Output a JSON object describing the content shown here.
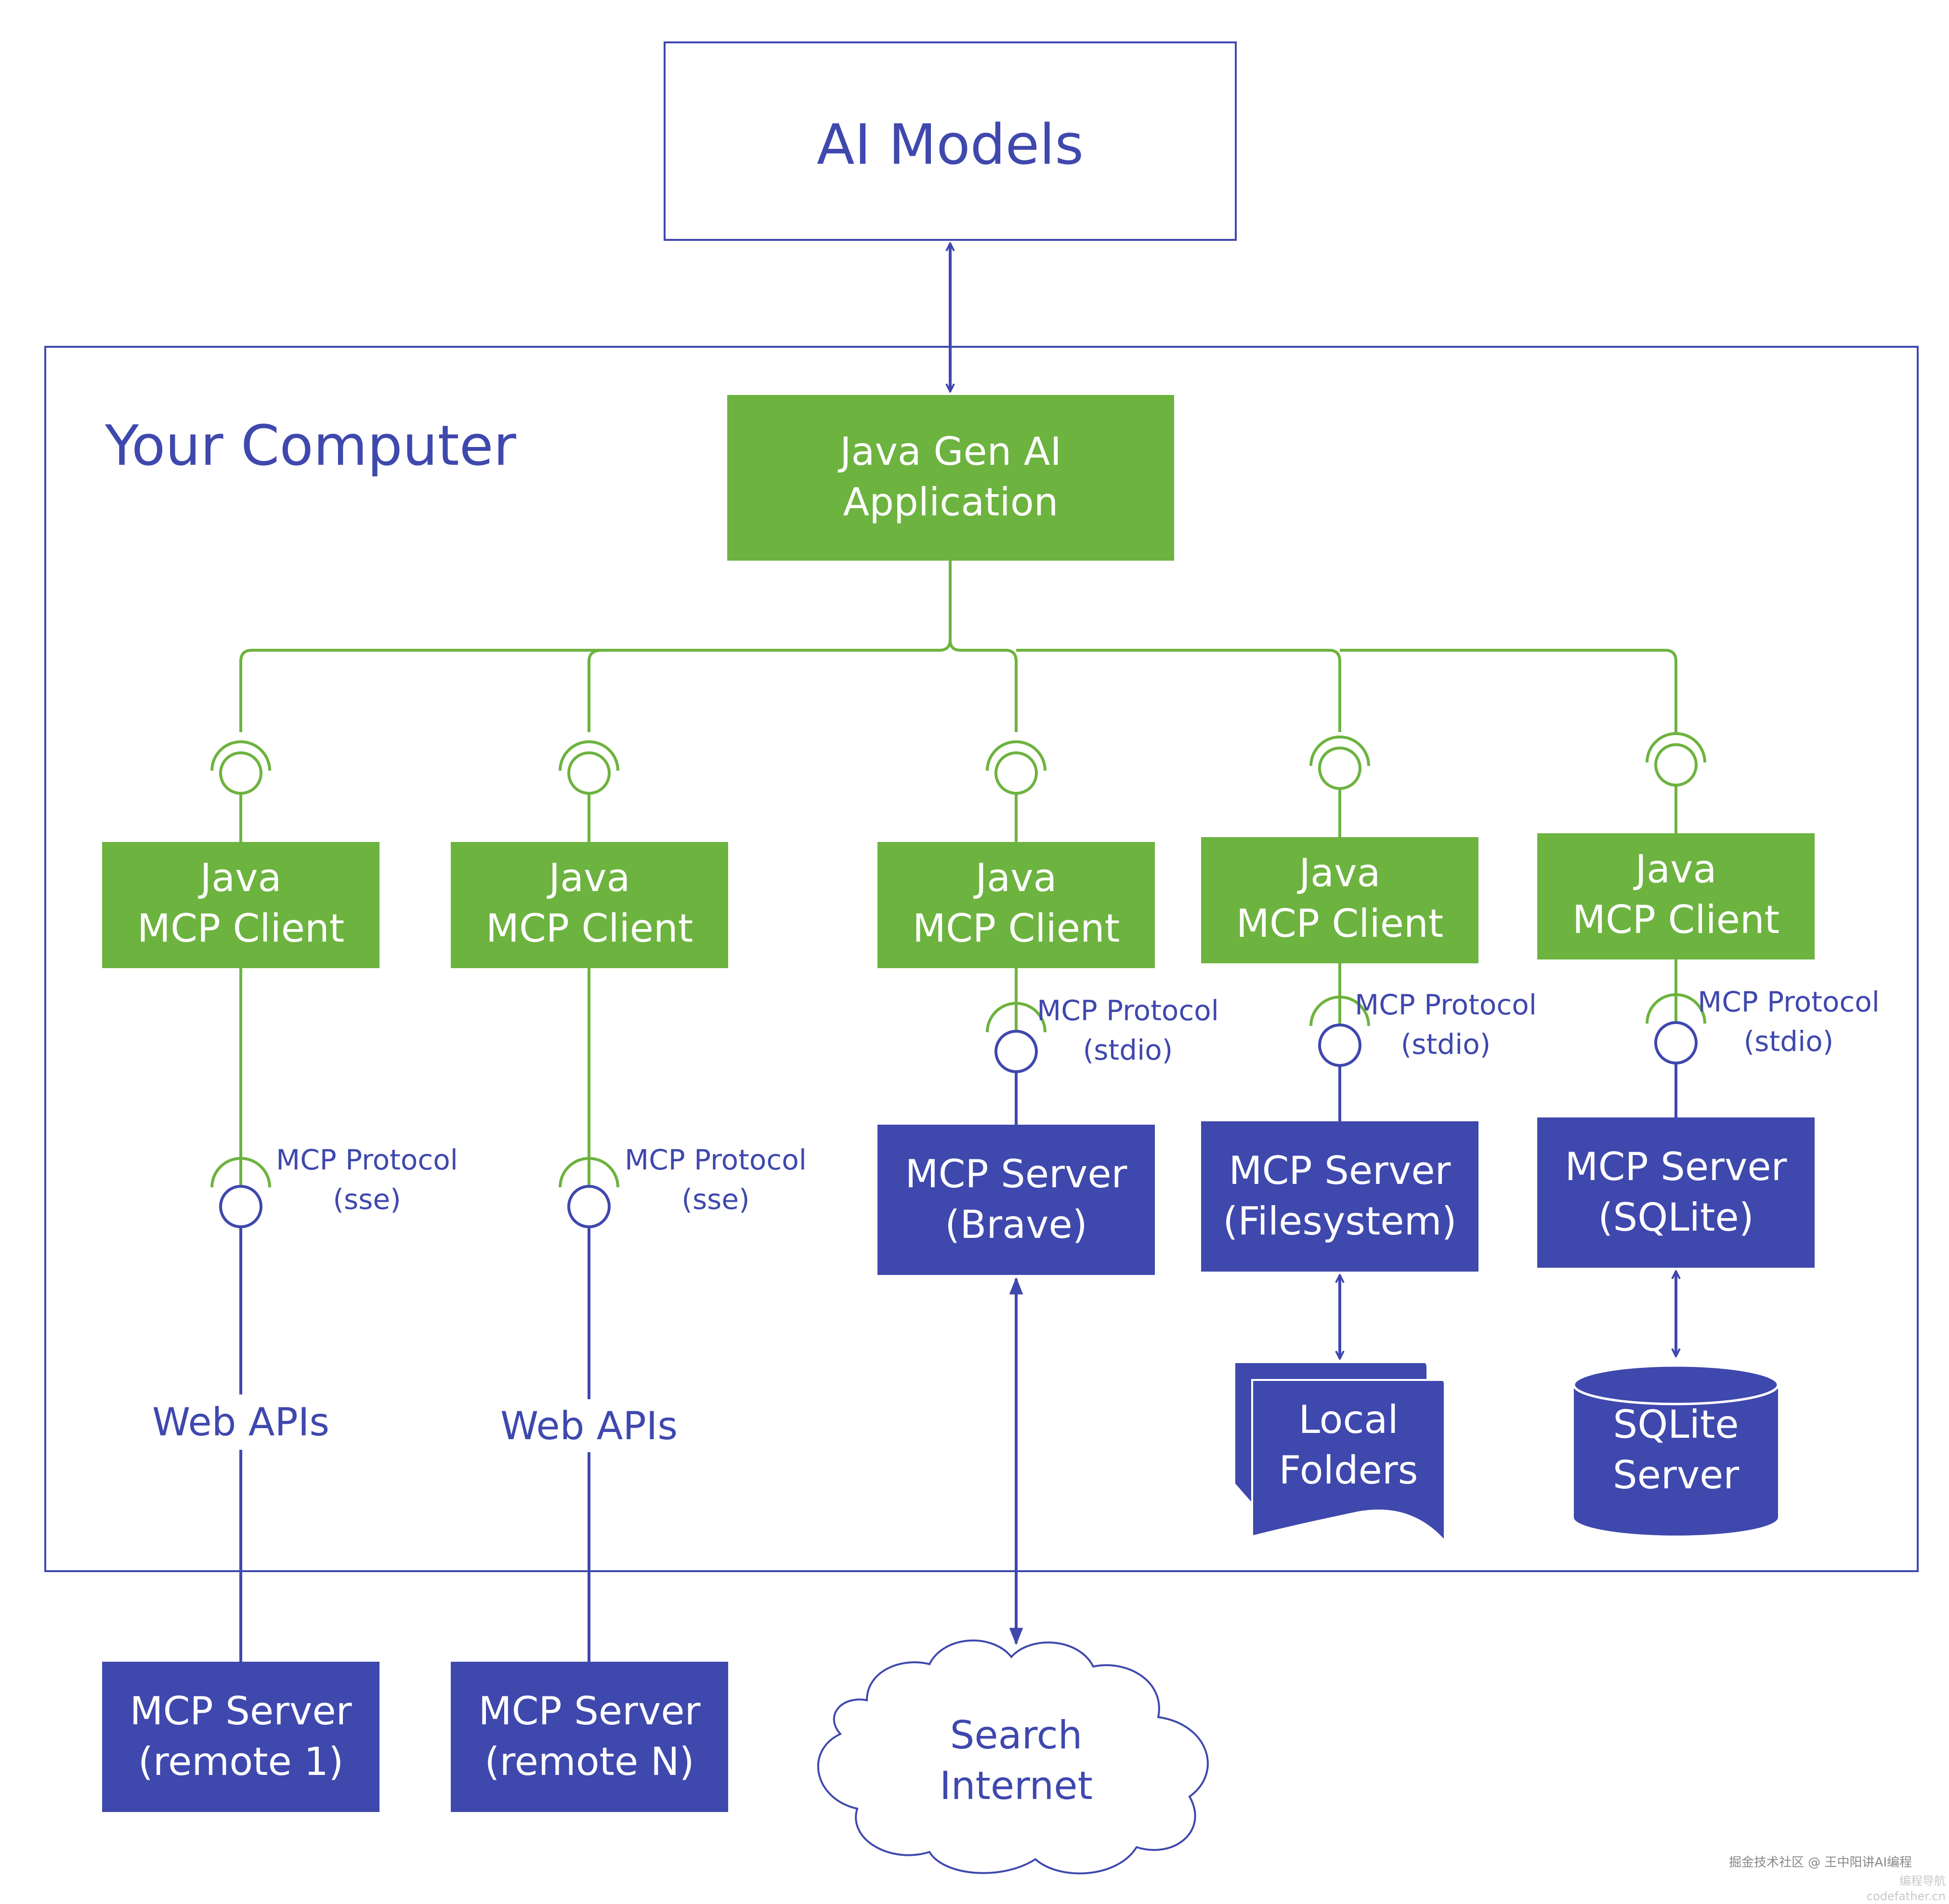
{
  "ai_models": {
    "label": "AI Models"
  },
  "computer": {
    "label": "Your Computer"
  },
  "app": {
    "line1": "Java Gen AI",
    "line2": "Application"
  },
  "client": {
    "line1": "Java",
    "line2": "MCP Client"
  },
  "protocol": {
    "label": "MCP Protocol",
    "sse": "(sse)",
    "stdio": "(stdio)"
  },
  "web_apis": {
    "label": "Web APIs"
  },
  "servers": {
    "brave": {
      "line1": "MCP Server",
      "line2": "(Brave)"
    },
    "filesystem": {
      "line1": "MCP Server",
      "line2": "(Filesystem)"
    },
    "sqlite": {
      "line1": "MCP Server",
      "line2": "(SQLite)"
    },
    "remote1": {
      "line1": "MCP Server",
      "line2": "(remote 1)"
    },
    "remoteN": {
      "line1": "MCP Server",
      "line2": "(remote N)"
    }
  },
  "local_folders": {
    "line1": "Local",
    "line2": "Folders"
  },
  "sqlite_server": {
    "line1": "SQLite",
    "line2": "Server"
  },
  "internet": {
    "line1": "Search",
    "line2": "Internet"
  },
  "watermark": {
    "line1": "掘金技术社区 @ 王中阳讲AI编程",
    "line2": "编程导航",
    "line3": "codefather.cn"
  },
  "colors": {
    "navy": "#3f48ad",
    "green": "#6db33f",
    "white": "#ffffff"
  }
}
